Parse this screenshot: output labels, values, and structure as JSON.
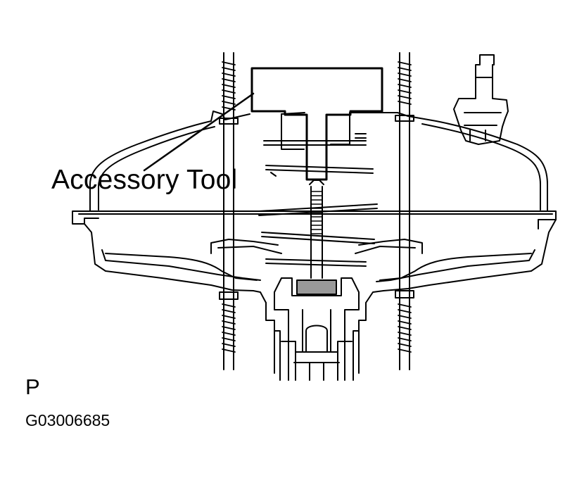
{
  "diagram": {
    "callout": "Accessory Tool",
    "view_letter": "P",
    "figure_id": "G03006685",
    "colors": {
      "ink": "#000000",
      "background": "#ffffff"
    }
  }
}
